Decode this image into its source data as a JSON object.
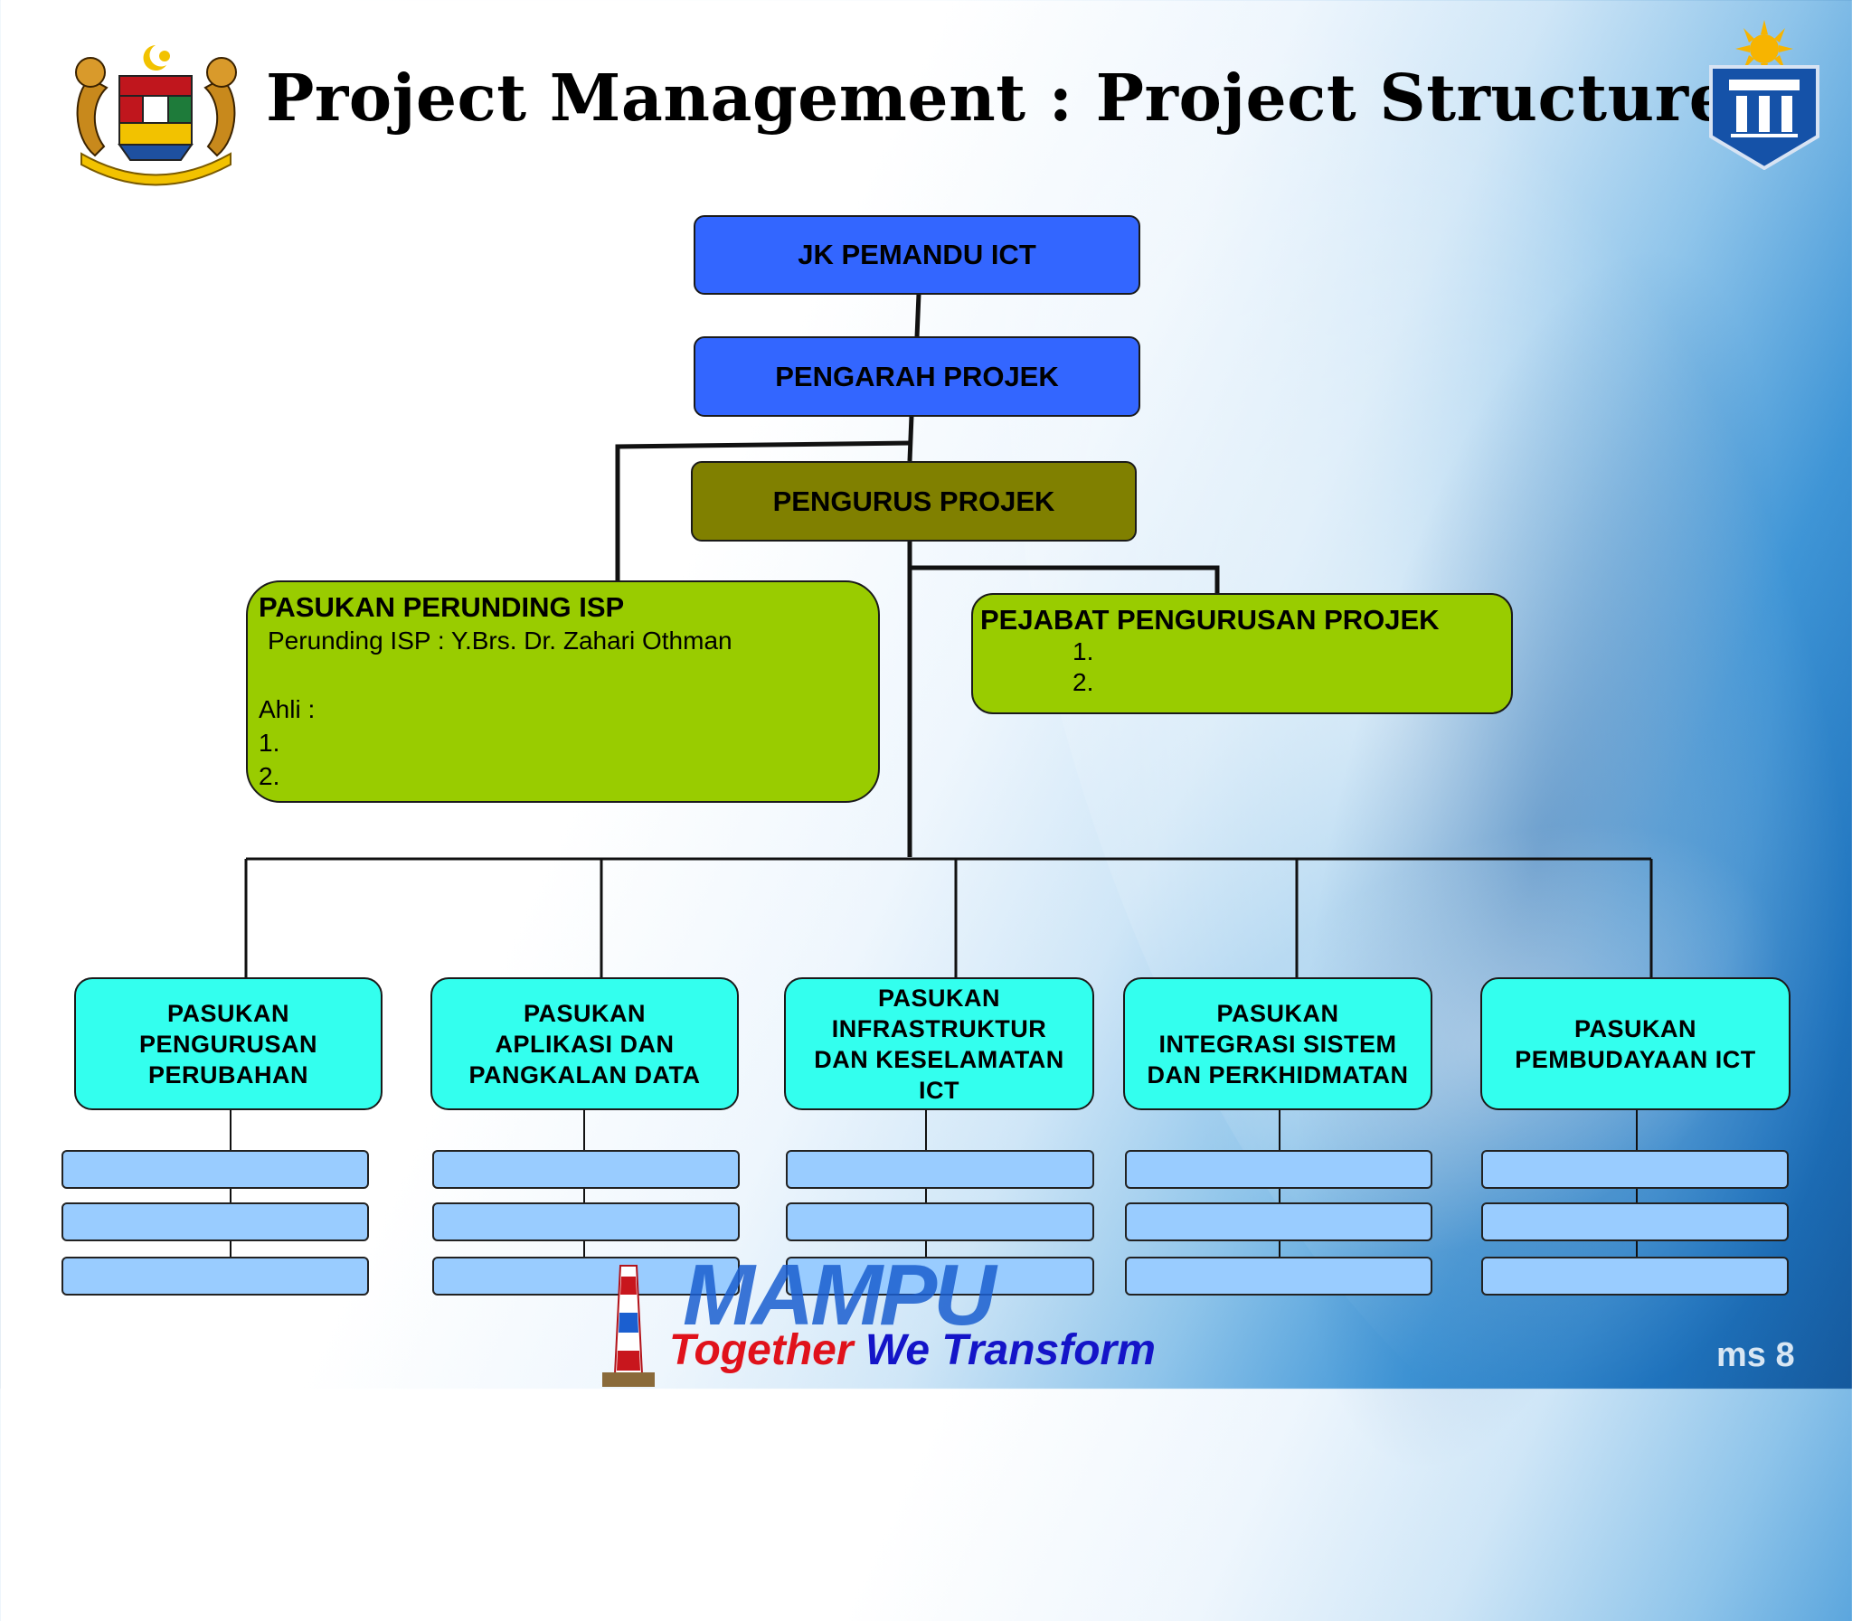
{
  "header": {
    "title": "Project Management : Project Structure"
  },
  "org_chart": {
    "top": "JK PEMANDU ICT",
    "director": "PENGARAH PROJEK",
    "manager": "PENGURUS PROJEK",
    "consultant_team": {
      "title": "PASUKAN PERUNDING ISP",
      "consultant": "Perunding ISP : Y.Brs. Dr. Zahari Othman",
      "members_label": "Ahli :",
      "items": [
        "1.",
        "2."
      ]
    },
    "pmo": {
      "title": "PEJABAT PENGURUSAN PROJEK",
      "items": [
        "1.",
        "2."
      ]
    },
    "teams": [
      {
        "lines": [
          "PASUKAN",
          "PENGURUSAN",
          "PERUBAHAN"
        ]
      },
      {
        "lines": [
          "PASUKAN",
          "APLIKASI DAN",
          "PANGKALAN DATA"
        ]
      },
      {
        "lines": [
          "PASUKAN",
          "INFRASTRUKTUR",
          "DAN KESELAMATAN",
          "ICT"
        ]
      },
      {
        "lines": [
          "PASUKAN",
          "INTEGRASI SISTEM",
          "DAN PERKHIDMATAN"
        ]
      },
      {
        "lines": [
          "PASUKAN",
          "PEMBUDAYAAN ICT"
        ]
      }
    ]
  },
  "colors": {
    "top_boxes": "#3366ff",
    "manager_box": "#808000",
    "green_boxes": "#99cc00",
    "team_boxes": "#33ffee",
    "sub_boxes": "#99ccff"
  },
  "footer": {
    "wordmark": "MAMPU",
    "tagline_red": "Together",
    "tagline_blue": "We Transform",
    "page": "ms 8"
  }
}
